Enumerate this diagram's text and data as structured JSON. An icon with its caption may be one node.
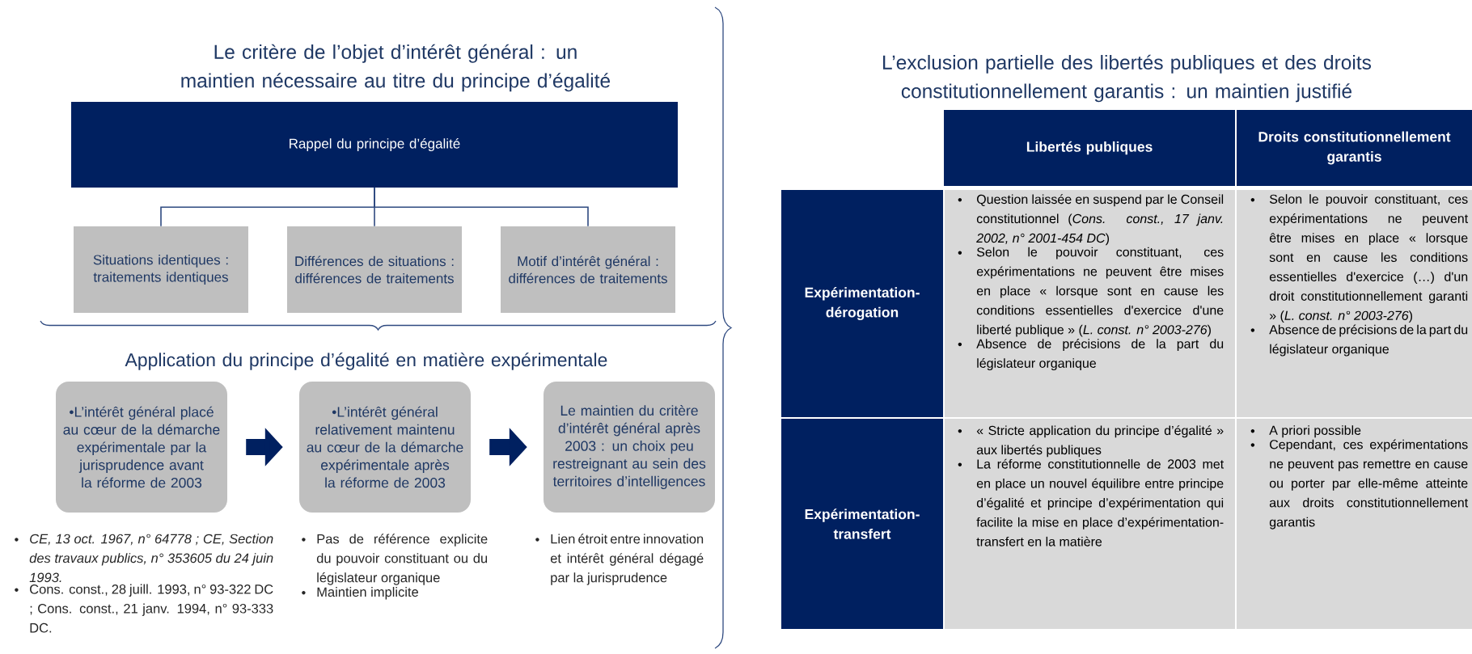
{
  "diagram": {
    "nodes": [
      {
        "text": [
          "Rappel du principe d’égalité"
        ]
      },
      {
        "text": [
          "Situations identiques : traitements identiques"
        ]
      },
      {
        "text": [
          "Différences de situations : différences de traitements"
        ]
      },
      {
        "text": [
          "Motif d’intérêt général : différences de traitements"
        ]
      },
      {
        "text": [
          "•L’intérêt général placé au cœur de la démarche expérimentale par la jurisprudence avant la réforme de 2003"
        ],
        "beside": [
          "CE, 13 oct. 1967, n° 64778 ; CE, Section des travaux publics, n° 353605 du 24 juin 1993.",
          "Cons. const., 28 juill. 1993, n° 93-322 DC ; Cons. const., 21 janv. 1994, n° 93-333 DC."
        ]
      },
      {
        "text": [
          "•L’intérêt général relativement maintenu au cœur de la démarche expérimentale après la réforme de 2003"
        ],
        "beside": [
          "Pas de référence explicite du pouvoir constituant ou du législateur organique",
          "Maintien implicite"
        ]
      },
      {
        "text": [
          "Le maintien du critère d’intérêt général après 2003 : un choix peu restreignant au sein des territoires d’intelligences"
        ],
        "beside": [
          "Lien étroit entre innovation et intérêt général dégagé par la jurisprudence"
        ]
      }
    ],
    "edges": [
      {
        "from": 0,
        "to": 1,
        "arrow": "none"
      },
      {
        "from": 0,
        "to": 2,
        "arrow": "none"
      },
      {
        "from": 0,
        "to": 3,
        "arrow": "none"
      },
      {
        "from": 4,
        "to": 5,
        "arrow": "to",
        "style": "thick"
      },
      {
        "from": 5,
        "to": 6,
        "arrow": "to",
        "style": "thick"
      }
    ],
    "labels": [
      "Le critère de l’objet d’intérêt général : un maintien nécessaire au titre du principe d’égalité",
      "Application du principe d’égalité en matière expérimentale",
      "L’exclusion partielle des libertés publiques et des droits constitutionnellement garantis : un maintien justifié",
      "Libertés publiques",
      "Droits constitutionnellement garantis",
      "Expérimentation-dérogation",
      "Question laissée en suspend par le Conseil constitutionnel (*Cons. const., 17 janv. 2002, n° 2001-454 DC*)",
      "Selon le pouvoir constituant, ces expérimentations ne peuvent être mises en place « lorsque sont en cause les conditions essentielles d'exercice d'une liberté publique » (*L. const. n° 2003-276*)",
      "Absence de précisions de la part du législateur organique",
      "Selon le pouvoir constituant, ces expérimentations ne peuvent être mises en place « lorsque sont en cause les conditions essentielles d'exercice (…) d'un droit constitutionnellement garanti » (*L. const. n° 2003-276*)",
      "Absence de précisions de la part du législateur organique",
      "Expérimentation-transfert",
      "« Stricte application du principe d’égalité » aux libertés publiques",
      "La réforme constitutionnelle de 2003 met en place un nouvel équilibre entre principe d’égalité et principe d’expérimentation qui facilite la mise en place d’expérimentation-transfert en la matière",
      "A priori possible",
      "Cependant, ces expérimentations ne peuvent pas remettre en cause ou porter par elle-même atteinte aux droits constitutionnellement garantis"
    ]
  }
}
